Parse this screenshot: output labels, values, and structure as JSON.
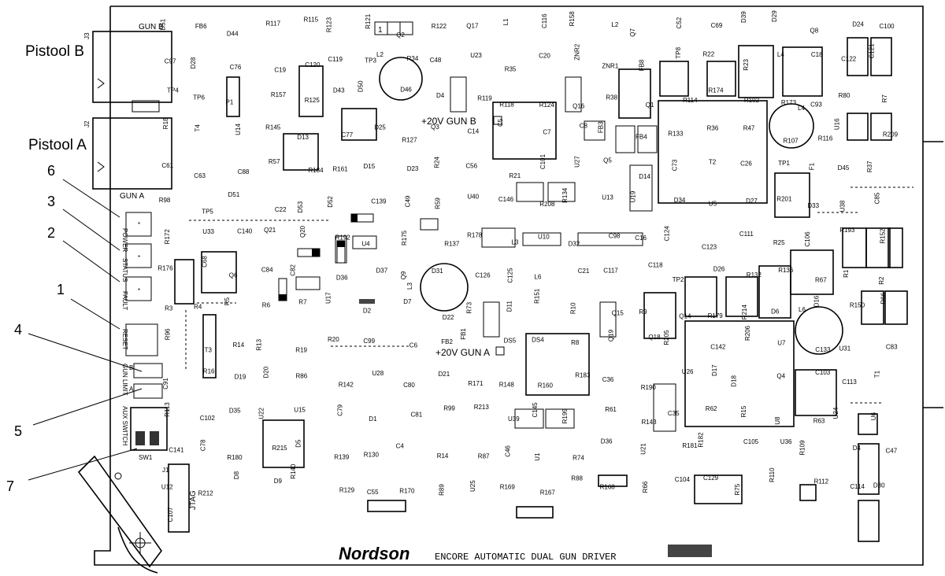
{
  "external_labels": {
    "pistool_b": "Pistool B",
    "pistool_a": "Pistool A"
  },
  "callouts": [
    "6",
    "3",
    "2",
    "1",
    "4",
    "5",
    "7"
  ],
  "board": {
    "brand": "Nordson",
    "title": "ENCORE AUTOMATIC DUAL GUN DRIVER",
    "connector_labels": [
      "GUN B",
      "GUN A",
      "JTAG",
      "SW1",
      "J1",
      "J2",
      "J3"
    ],
    "status_labels": [
      "POWER",
      "STATUS",
      "FAULT",
      "RESET",
      "GUN LIMIT",
      "AUX SWITCH",
      "B",
      "A"
    ],
    "supply_labels": [
      "+20V GUN B",
      "+20V GUN A"
    ],
    "component_refs": [
      "D51",
      "FB6",
      "D44",
      "R117",
      "R115",
      "R123",
      "R121",
      "Q2",
      "R122",
      "Q17",
      "L1",
      "C116",
      "R158",
      "L2",
      "Q7",
      "C52",
      "C69",
      "D39",
      "D29",
      "Q8",
      "D24",
      "C100",
      "C97",
      "D28",
      "C76",
      "C19",
      "C120",
      "C119",
      "TP3",
      "R34",
      "C48",
      "U23",
      "R35",
      "C20",
      "ZNR2",
      "ZNR1",
      "FB8",
      "TP8",
      "R22",
      "R23",
      "L4",
      "C18",
      "C122",
      "C121",
      "TP4",
      "TP6",
      "P1",
      "R157",
      "R125",
      "D43",
      "D50",
      "D46",
      "D4",
      "R119",
      "R118",
      "R124",
      "Q16",
      "R38",
      "Q1",
      "R114",
      "R174",
      "R102",
      "R173",
      "C93",
      "R80",
      "R7",
      "R18",
      "T4",
      "U14",
      "R145",
      "D13",
      "C77",
      "D25",
      "R127",
      "Q3",
      "C14",
      "C5",
      "C7",
      "C8",
      "FB3",
      "FB4",
      "R133",
      "R36",
      "R47",
      "R107",
      "R116",
      "U16",
      "R209",
      "C61",
      "C63",
      "C88",
      "R57",
      "R184",
      "R161",
      "D15",
      "D23",
      "R24",
      "C56",
      "R21",
      "C101",
      "U27",
      "Q5",
      "D14",
      "C73",
      "T2",
      "C26",
      "TP1",
      "F1",
      "D45",
      "R37",
      "R98",
      "TP5",
      "D51",
      "C22",
      "D53",
      "D52",
      "C139",
      "C49",
      "R59",
      "U40",
      "C146",
      "R208",
      "R134",
      "U13",
      "U19",
      "D34",
      "U5",
      "D27",
      "R201",
      "D33",
      "U38",
      "C85",
      "R172",
      "U33",
      "C140",
      "Q21",
      "Q20",
      "R192",
      "U4",
      "R175",
      "R137",
      "R178",
      "L3",
      "U10",
      "D32",
      "C98",
      "C16",
      "C124",
      "C123",
      "C111",
      "R25",
      "C106",
      "R193",
      "R152",
      "R176",
      "C68",
      "Q6",
      "C84",
      "C82",
      "D36",
      "D37",
      "Q9",
      "D31",
      "C126",
      "C125",
      "L6",
      "C21",
      "C117",
      "C118",
      "TP2",
      "D26",
      "R132",
      "R136",
      "R67",
      "R1",
      "R2",
      "R3",
      "R4",
      "R5",
      "R6",
      "R7",
      "U17",
      "D2",
      "D7",
      "D22",
      "R73",
      "D11",
      "R151",
      "R10",
      "Q15",
      "R9",
      "Q14",
      "R179",
      "R214",
      "D6",
      "D16",
      "R150",
      "R66",
      "R96",
      "T3",
      "R14",
      "R13",
      "R19",
      "R20",
      "C99",
      "C6",
      "FB2",
      "FB1",
      "DS5",
      "DS4",
      "R8",
      "Q19",
      "Q18",
      "R205",
      "C142",
      "R206",
      "U7",
      "C133",
      "U31",
      "C83",
      "C91",
      "R16",
      "D19",
      "D20",
      "R86",
      "R142",
      "U28",
      "C80",
      "D21",
      "R171",
      "R148",
      "R160",
      "R183",
      "C36",
      "R190",
      "U26",
      "D17",
      "D18",
      "Q4",
      "C103",
      "C113",
      "T1",
      "R113",
      "C102",
      "D35",
      "U22",
      "U15",
      "C79",
      "D1",
      "C81",
      "R99",
      "R213",
      "U39",
      "C145",
      "R199",
      "R61",
      "R143",
      "C35",
      "R62",
      "R15",
      "U8",
      "R63",
      "U24",
      "U6",
      "C141",
      "C78",
      "R180",
      "R215",
      "D5",
      "R139",
      "R130",
      "C4",
      "R14",
      "R87",
      "C46",
      "U1",
      "R74",
      "D36",
      "U21",
      "R181",
      "R182",
      "C105",
      "U36",
      "R109",
      "D4",
      "C47",
      "U12",
      "R212",
      "D8",
      "D9",
      "R140",
      "R129",
      "C55",
      "R170",
      "R89",
      "U25",
      "R169",
      "R167",
      "R88",
      "R168",
      "R66",
      "C104",
      "C129",
      "R75",
      "R110",
      "R112",
      "C114",
      "D30",
      "C107"
    ]
  }
}
